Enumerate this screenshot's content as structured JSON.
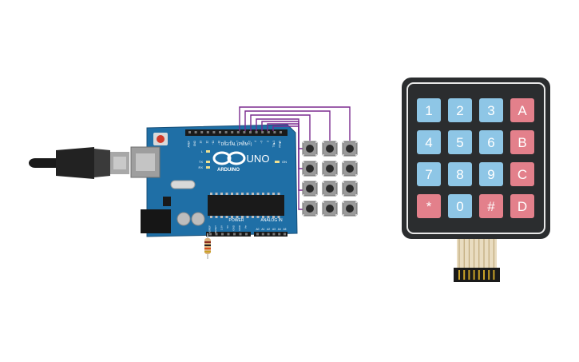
{
  "board": {
    "brand": "ARDUINO",
    "model": "UNO",
    "digital_header": "DIGITAL (PWM~)",
    "on_label": "ON",
    "tx_label": "TX",
    "rx_label": "RX",
    "l_label": "L",
    "power_label": "POWER",
    "analog_label": "ANALOG IN",
    "digital_pins": [
      "AREF",
      "GND",
      "13",
      "12",
      "~11",
      "~10",
      "~9",
      "8",
      "7",
      "~6",
      "~5",
      "4",
      "~3",
      "2",
      "TX▶1",
      "RX◀0"
    ],
    "power_pins": [
      "IOREF",
      "RESET",
      "3.3V",
      "5V",
      "GND",
      "GND",
      "Vin"
    ],
    "analog_pins": [
      "A0",
      "A1",
      "A2",
      "A3",
      "A4",
      "A5"
    ]
  },
  "keypad": {
    "rows": [
      [
        "1",
        "2",
        "3",
        "A"
      ],
      [
        "4",
        "5",
        "6",
        "B"
      ],
      [
        "7",
        "8",
        "9",
        "C"
      ],
      [
        "*",
        "0",
        "#",
        "D"
      ]
    ]
  },
  "colors": {
    "board_blue": "#1f6fa6",
    "wire": "#7b2a8f",
    "key_blue": "#8ec6e6",
    "key_red": "#e3808b",
    "keypad_body": "#2b2d2f"
  }
}
